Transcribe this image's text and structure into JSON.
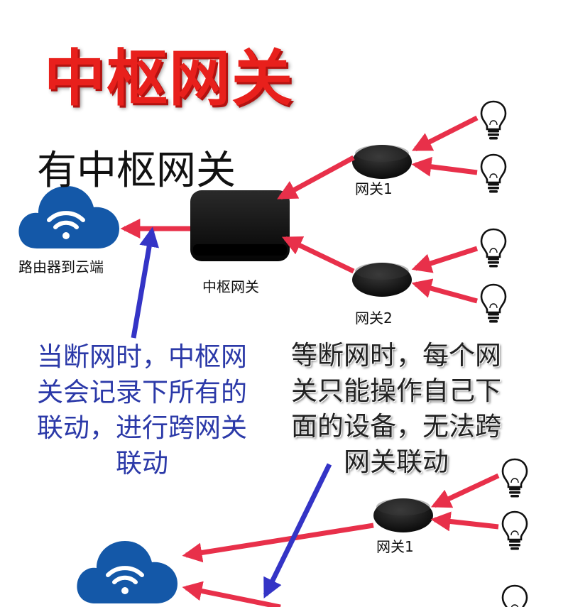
{
  "title": "中枢网关",
  "subtitle": "有中枢网关",
  "labels": {
    "cloud": "路由器到云端",
    "hub": "中枢网关",
    "gateway1": "网关1",
    "gateway2": "网关2",
    "gateway3": "网关1"
  },
  "note_left": [
    "当断网时，中枢网",
    "关会记录下所有的",
    "联动，进行跨网关",
    "联动"
  ],
  "note_right": [
    "等断网时，每个网",
    "关只能操作自己下",
    "面的设备，无法跨",
    "网关联动"
  ],
  "colors": {
    "title": "#e8201c",
    "arrow_red": "#e8304a",
    "arrow_blue": "#3434c6",
    "cloud": "#1458a8",
    "note_blue": "#2b39a8"
  },
  "icons": [
    "cloud-wifi-icon",
    "hub-device-icon",
    "gateway-device-icon",
    "light-bulb-icon",
    "wifi-icon"
  ]
}
